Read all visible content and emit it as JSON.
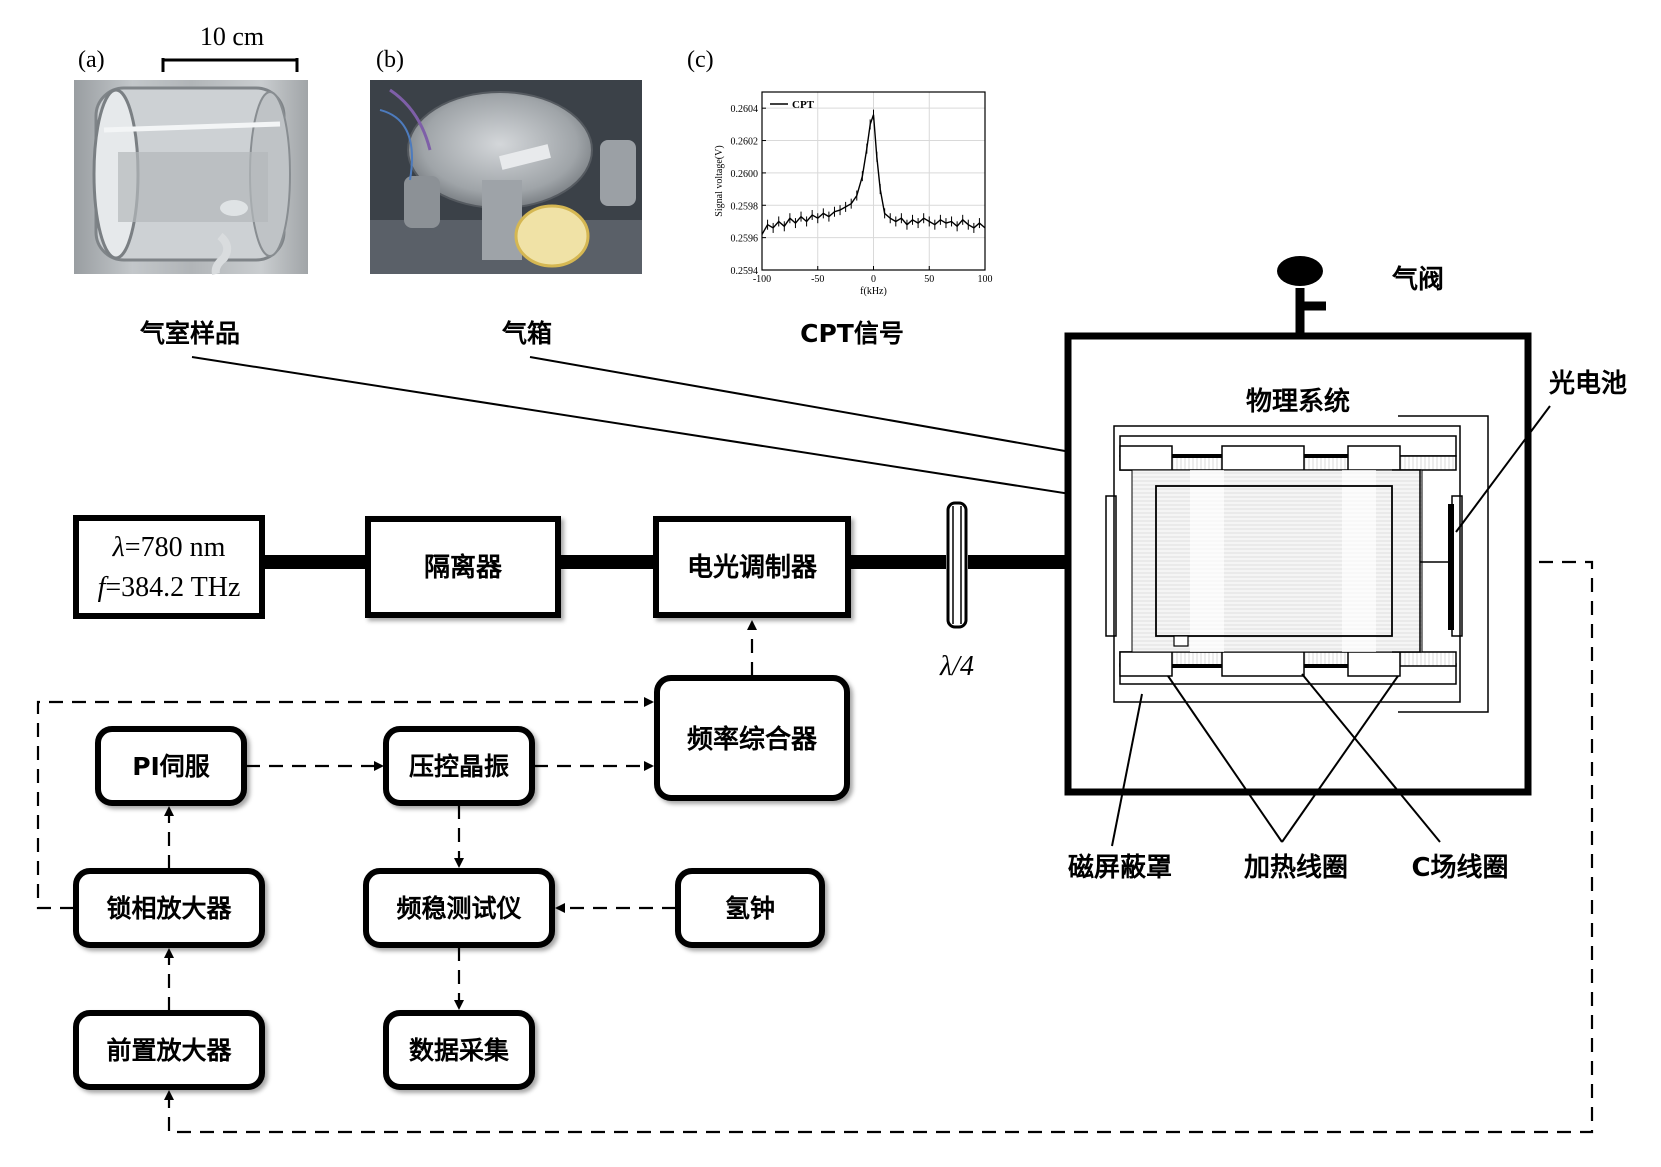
{
  "panels": {
    "a": {
      "label": "(a)",
      "scale": "10 cm",
      "caption": "气室样品"
    },
    "b": {
      "label": "(b)",
      "caption": "气箱"
    },
    "c": {
      "label": "(c)",
      "caption": "CPT信号"
    }
  },
  "cpt_chart": {
    "legend": "CPT",
    "ylabel": "Signal voltage(V)",
    "xlabel": "f(kHz)",
    "y_ticks": [
      "0.2604",
      "0.2602",
      "0.2600",
      "0.2598",
      "0.2596",
      "0.2594"
    ],
    "x_ticks": [
      "-100",
      "-50",
      "0",
      "50",
      "100"
    ]
  },
  "chart_data": {
    "type": "line",
    "series": [
      {
        "name": "CPT",
        "x": [
          -100,
          -95,
          -90,
          -85,
          -80,
          -75,
          -70,
          -65,
          -60,
          -55,
          -50,
          -45,
          -40,
          -35,
          -30,
          -25,
          -20,
          -15,
          -10,
          -6,
          -3,
          0,
          3,
          6,
          10,
          15,
          20,
          25,
          30,
          35,
          40,
          45,
          50,
          55,
          60,
          65,
          70,
          75,
          80,
          85,
          90,
          95,
          100
        ],
        "y": [
          0.25962,
          0.25968,
          0.25966,
          0.2597,
          0.25967,
          0.25972,
          0.25969,
          0.25973,
          0.2597,
          0.25974,
          0.25972,
          0.25975,
          0.25973,
          0.25976,
          0.25977,
          0.25979,
          0.25981,
          0.25986,
          0.25998,
          0.26015,
          0.2603,
          0.26036,
          0.2601,
          0.2599,
          0.25975,
          0.25972,
          0.2597,
          0.25972,
          0.25968,
          0.25971,
          0.25969,
          0.25972,
          0.2597,
          0.25968,
          0.25971,
          0.25969,
          0.2597,
          0.25967,
          0.25971,
          0.25968,
          0.25966,
          0.25969,
          0.25966
        ]
      }
    ],
    "xlabel": "f(kHz)",
    "ylabel": "Signal voltage(V)",
    "xlim": [
      -100,
      100
    ],
    "ylim": [
      0.2594,
      0.2605
    ],
    "grid": true,
    "legend": "top-left"
  },
  "blocks": {
    "laser_line1": "=780 nm",
    "laser_line2": "=384.2 THz",
    "lambda_sym": "λ",
    "f_sym": "f",
    "isolator": "隔离器",
    "eom": "电光调制器",
    "synth": "频率综合器",
    "pi": "PI伺服",
    "vcxo": "压控晶振",
    "lockin": "锁相放大器",
    "stability": "频稳测试仪",
    "hmaser": "氢钟",
    "preamp": "前置放大器",
    "daq": "数据采集"
  },
  "labels": {
    "quarter_wave": "λ/4",
    "valve": "气阀",
    "physics": "物理系统",
    "photocell": "光电池",
    "shield": "磁屏蔽罩",
    "heater": "加热线圈",
    "cfield": "C场线圈"
  },
  "colors": {
    "line": "#000000",
    "photo_a_bg": "#a9adb0",
    "photo_b_bg": "#3b4148",
    "grid": "#d9d9d9"
  }
}
